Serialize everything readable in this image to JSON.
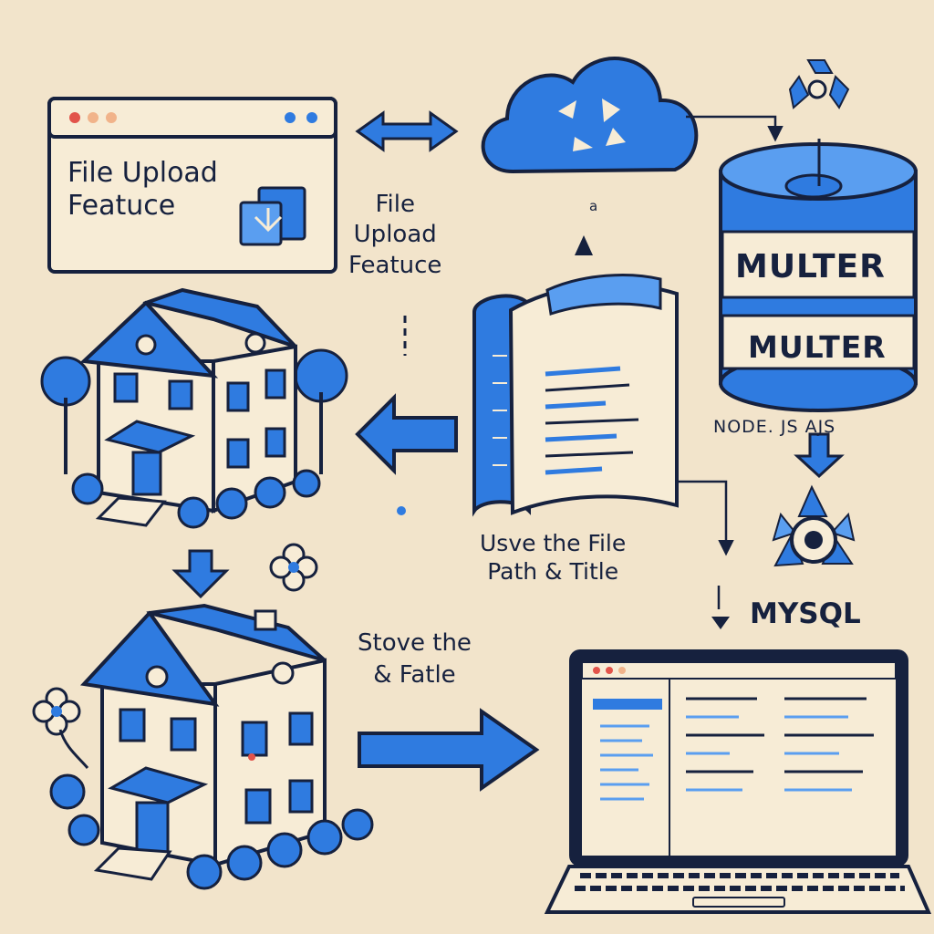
{
  "browser_window": {
    "title_line1": "File Upload",
    "title_line2": "Featuce"
  },
  "middle_label": {
    "line1": "File",
    "line2": "Upload",
    "line3": "Featuce"
  },
  "small_mark": "a",
  "multer": {
    "label_top": "MULTER",
    "label_bottom": "MULTER"
  },
  "node_label": "NODE. JS AJS",
  "mysql_label": "MYSQL",
  "use_label": {
    "line1": "Usve the File",
    "line2": "Path & Title"
  },
  "store_label": {
    "line1": "Stove the",
    "line2": "& Fatle"
  },
  "colors": {
    "background": "#f2e4cb",
    "accent_blue": "#2f7be0",
    "light_blue": "#5a9ef0",
    "outline": "#16213e",
    "paper": "#f7ecd6",
    "red_dot": "#e2534a",
    "peach_dot": "#f1b38a"
  }
}
